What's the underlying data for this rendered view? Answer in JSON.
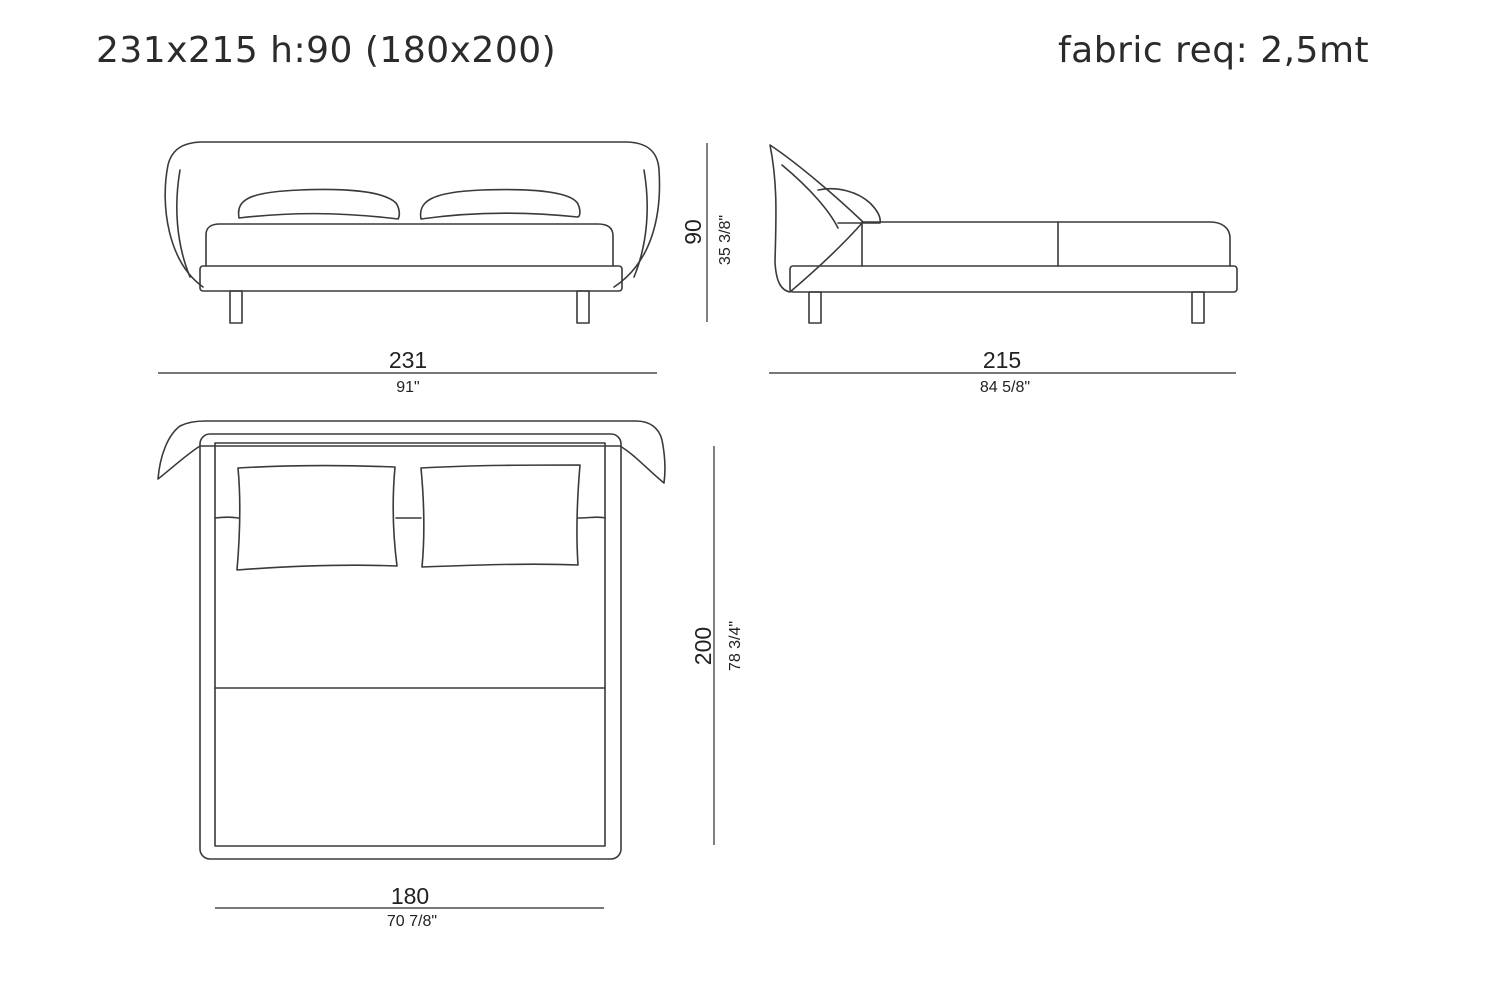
{
  "header": {
    "spec": "231x215 h:90 (180x200)",
    "fabric": "fabric req: 2,5mt"
  },
  "front_view": {
    "width": {
      "main": "231",
      "sub": "91\""
    },
    "height": {
      "main": "90",
      "sub": "35 3/8\""
    }
  },
  "side_view": {
    "length": {
      "main": "215",
      "sub": "84 5/8\""
    }
  },
  "top_view": {
    "width": {
      "main": "180",
      "sub": "70 7/8\""
    },
    "length": {
      "main": "200",
      "sub": "78 3/4\""
    }
  }
}
